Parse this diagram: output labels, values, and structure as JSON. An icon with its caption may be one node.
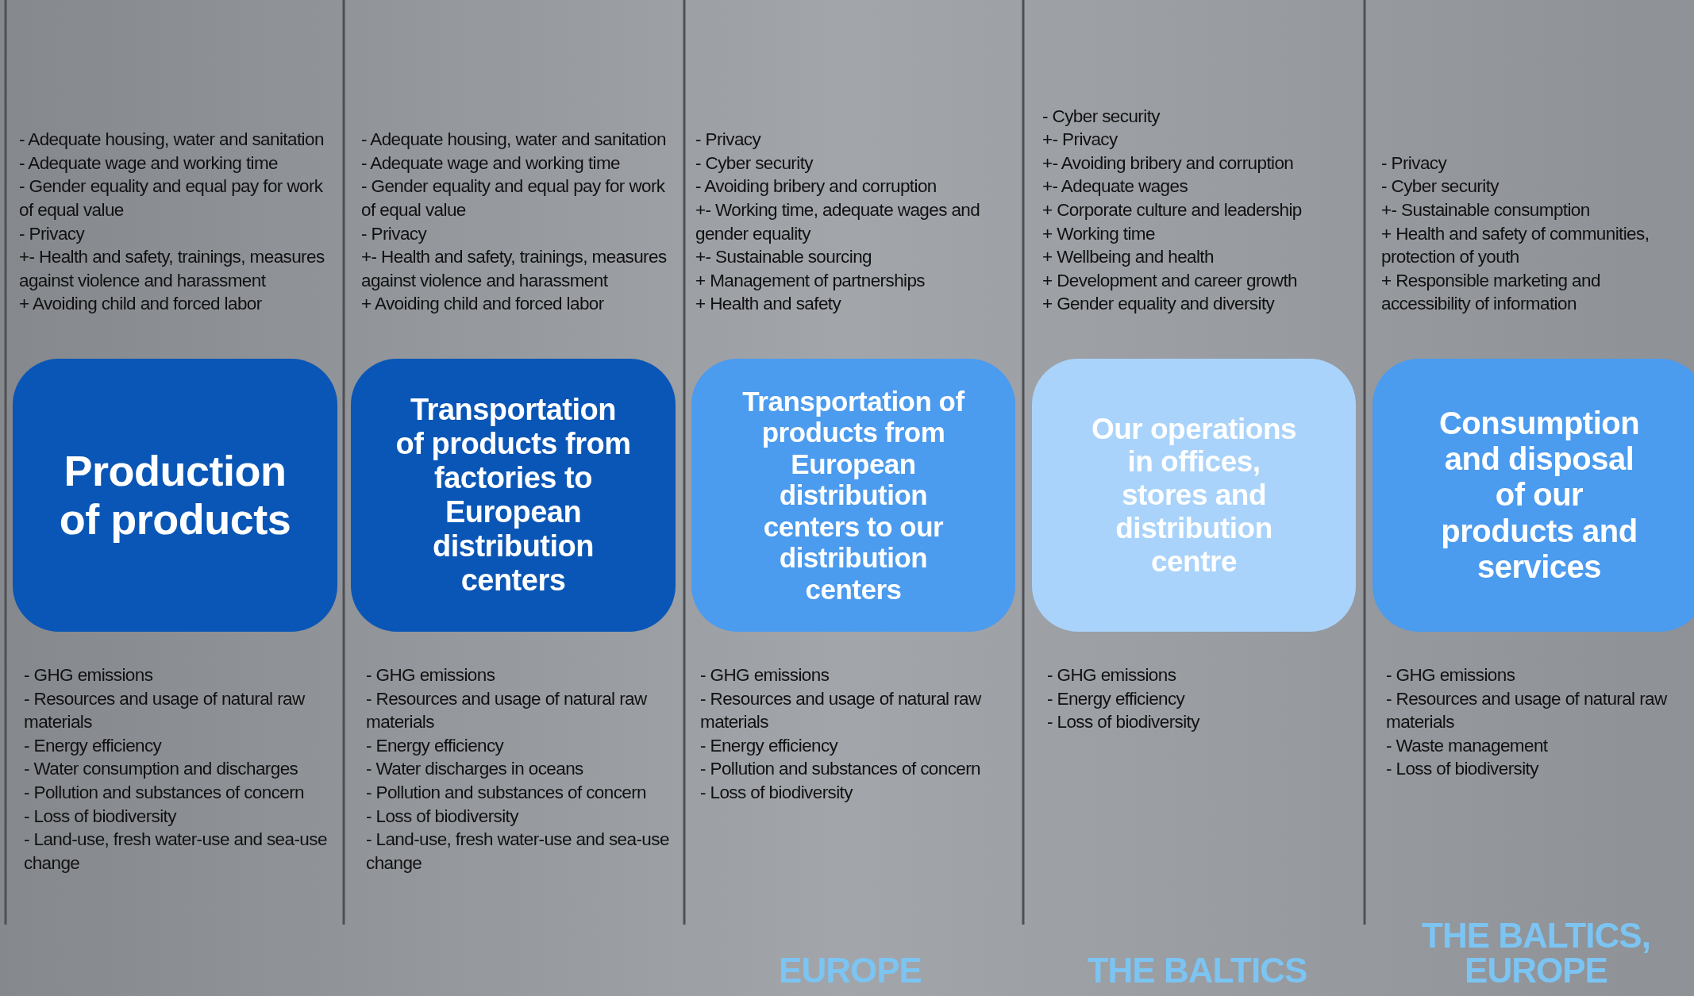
{
  "diagram": {
    "nodes": [
      {
        "text": [
          "Production of products"
        ]
      },
      {
        "text": [
          "Transportation of products from factories to European distribution centers"
        ]
      },
      {
        "text": [
          "Transportation of products from European distribution centers to our distribution centers"
        ]
      },
      {
        "text": [
          "Our operations in offices, stores and distribution centre"
        ]
      },
      {
        "text": [
          "Consumption and disposal of our products and services"
        ]
      }
    ],
    "labels": [
      "- Adequate housing, water and sanitation",
      "- Adequate wage and working time",
      "- Gender equality and equal pay for work of equal value",
      "- Privacy",
      "+- Health and safety, trainings, measures against violence and harassment",
      "+ Avoiding child and forced labor",
      "- Adequate housing, water and sanitation",
      "- Adequate wage and working time",
      "- Gender equality and equal pay for work of equal value",
      "- Privacy",
      "+- Health and safety, trainings, measures against violence and harassment",
      "+ Avoiding child and forced labor",
      "- Privacy",
      "- Cyber security",
      "- Avoiding bribery and corruption",
      "+- Working time, adequate wages and gender equality",
      "+- Sustainable sourcing",
      "+ Management of partnerships",
      "+ Health and safety",
      "- Cyber security",
      "+- Privacy",
      "+- Avoiding bribery and corruption",
      "+- Adequate wages",
      "+ Corporate culture and leadership",
      "+ Working time",
      "+ Wellbeing and health",
      "+ Development and career growth",
      "+ Gender equality and diversity",
      "- Privacy",
      "- Cyber security",
      "+- Sustainable consumption",
      "+ Health and safety of communities, protection of youth",
      "+ Responsible marketing and accessibility of information",
      "- GHG emissions",
      "- Resources and usage of natural raw materials",
      "- Energy efficiency",
      "- Water consumption and discharges",
      "- Pollution and substances of concern",
      "- Loss of biodiversity",
      "- Land-use, fresh water-use and sea-use change",
      "- GHG emissions",
      "- Resources and usage of natural raw materials",
      "- Energy efficiency",
      "- Water discharges in oceans",
      "- Pollution and substances of concern",
      "- Loss of biodiversity",
      "- Land-use, fresh water-use and sea-use change",
      "- GHG emissions",
      "- Resources and usage of natural raw materials",
      "- Energy efficiency",
      "- Pollution and substances of concern",
      "- Loss of biodiversity",
      "- GHG emissions",
      "- Energy efficiency",
      "- Loss of biodiversity",
      "- GHG emissions",
      "- Resources and usage of natural raw materials",
      "- Waste management",
      "- Loss of biodiversity",
      "EUROPE",
      "THE BALTICS",
      "THE BALTICS, EUROPE"
    ]
  }
}
